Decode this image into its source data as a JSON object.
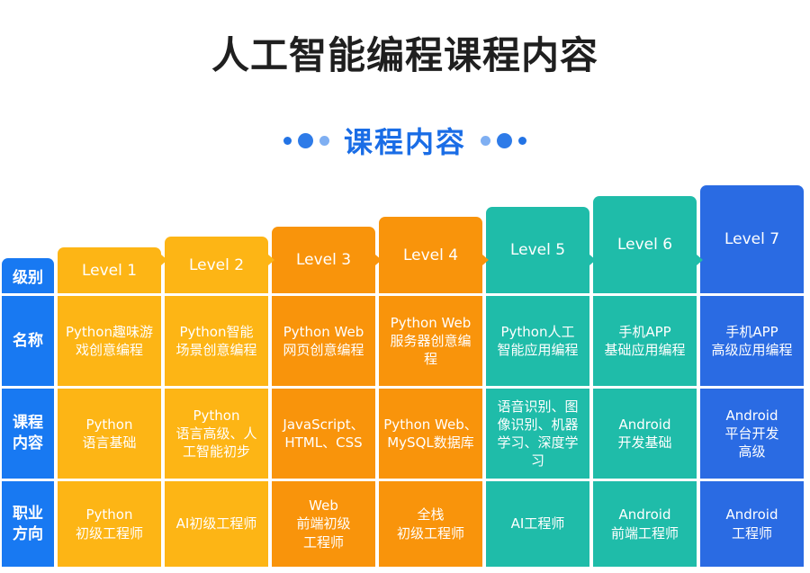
{
  "page_title": "人工智能编程课程内容",
  "section": {
    "title": "课程内容"
  },
  "colors": {
    "title_text": "#1f1f1f",
    "section_blue": "#1a6de6",
    "dot_blue": "#2e7be8",
    "dot_light_blue": "#7faff2",
    "row_header_blue": "#1879f2",
    "level_gold": "#fdb515",
    "level_orange": "#f9940b",
    "level_teal": "#1fbca9",
    "level_blue": "#2a6be3"
  },
  "chart_data": {
    "type": "table",
    "title": "人工智能编程课程内容",
    "subtitle": "课程内容",
    "row_headers": [
      "级别",
      "名称",
      "课程内容",
      "职业方向"
    ],
    "categories": [
      "Level 1",
      "Level 2",
      "Level 3",
      "Level 4",
      "Level 5",
      "Level 6",
      "Level 7"
    ],
    "series": [
      {
        "name": "名称",
        "values": [
          "Python趣味游戏创意编程",
          "Python智能场景创意编程",
          "Python Web网页创意编程",
          "Python Web服务器创意编程",
          "Python人工智能应用编程",
          "手机APP基础应用编程",
          "手机APP高级应用编程"
        ]
      },
      {
        "name": "课程内容",
        "values": [
          "Python语言基础",
          "Python语言高级、人工智能初步",
          "JavaScript、HTML、CSS",
          "Python Web、MySQL数据库",
          "语音识别、图像识别、机器学习、深度学习",
          "Android开发基础",
          "Android平台开发高级"
        ]
      },
      {
        "name": "职业方向",
        "values": [
          "Python初级工程师",
          "AI初级工程师",
          "Web前端初级工程师",
          "全栈初级工程师",
          "AI工程师",
          "Android前端工程师",
          "Android工程师"
        ]
      }
    ],
    "layout_hint": "staircase columns rising left to right; colors gold(L1-2), orange(L3-4), teal(L5-6), blue(L7)"
  },
  "table": {
    "row_headers": [
      "级别",
      "名称",
      "课程\n内容",
      "职业\n方向"
    ],
    "levels": [
      {
        "label": "Level 1",
        "name": "Python趣味游\n戏创意编程",
        "content": "Python\n语言基础",
        "career": "Python\n初级工程师"
      },
      {
        "label": "Level 2",
        "name": "Python智能\n场景创意编程",
        "content": "Python\n语言高级、人\n工智能初步",
        "career": "AI初级工程师"
      },
      {
        "label": "Level 3",
        "name": "Python Web\n网页创意编程",
        "content": "JavaScript、\nHTML、CSS",
        "career": "Web\n前端初级\n工程师"
      },
      {
        "label": "Level 4",
        "name": "Python Web\n服务器创意编\n程",
        "content": "Python Web、\nMySQL数据库",
        "career": "全栈\n初级工程师"
      },
      {
        "label": "Level 5",
        "name": "Python人工\n智能应用编程",
        "content": "语音识别、图\n像识别、机器\n学习、深度学\n习",
        "career": "AI工程师"
      },
      {
        "label": "Level 6",
        "name": "手机APP\n基础应用编程",
        "content": "Android\n开发基础",
        "career": "Android\n前端工程师"
      },
      {
        "label": "Level 7",
        "name": "手机APP\n高级应用编程",
        "content": "Android\n平台开发\n高级",
        "career": "Android\n工程师"
      }
    ]
  }
}
